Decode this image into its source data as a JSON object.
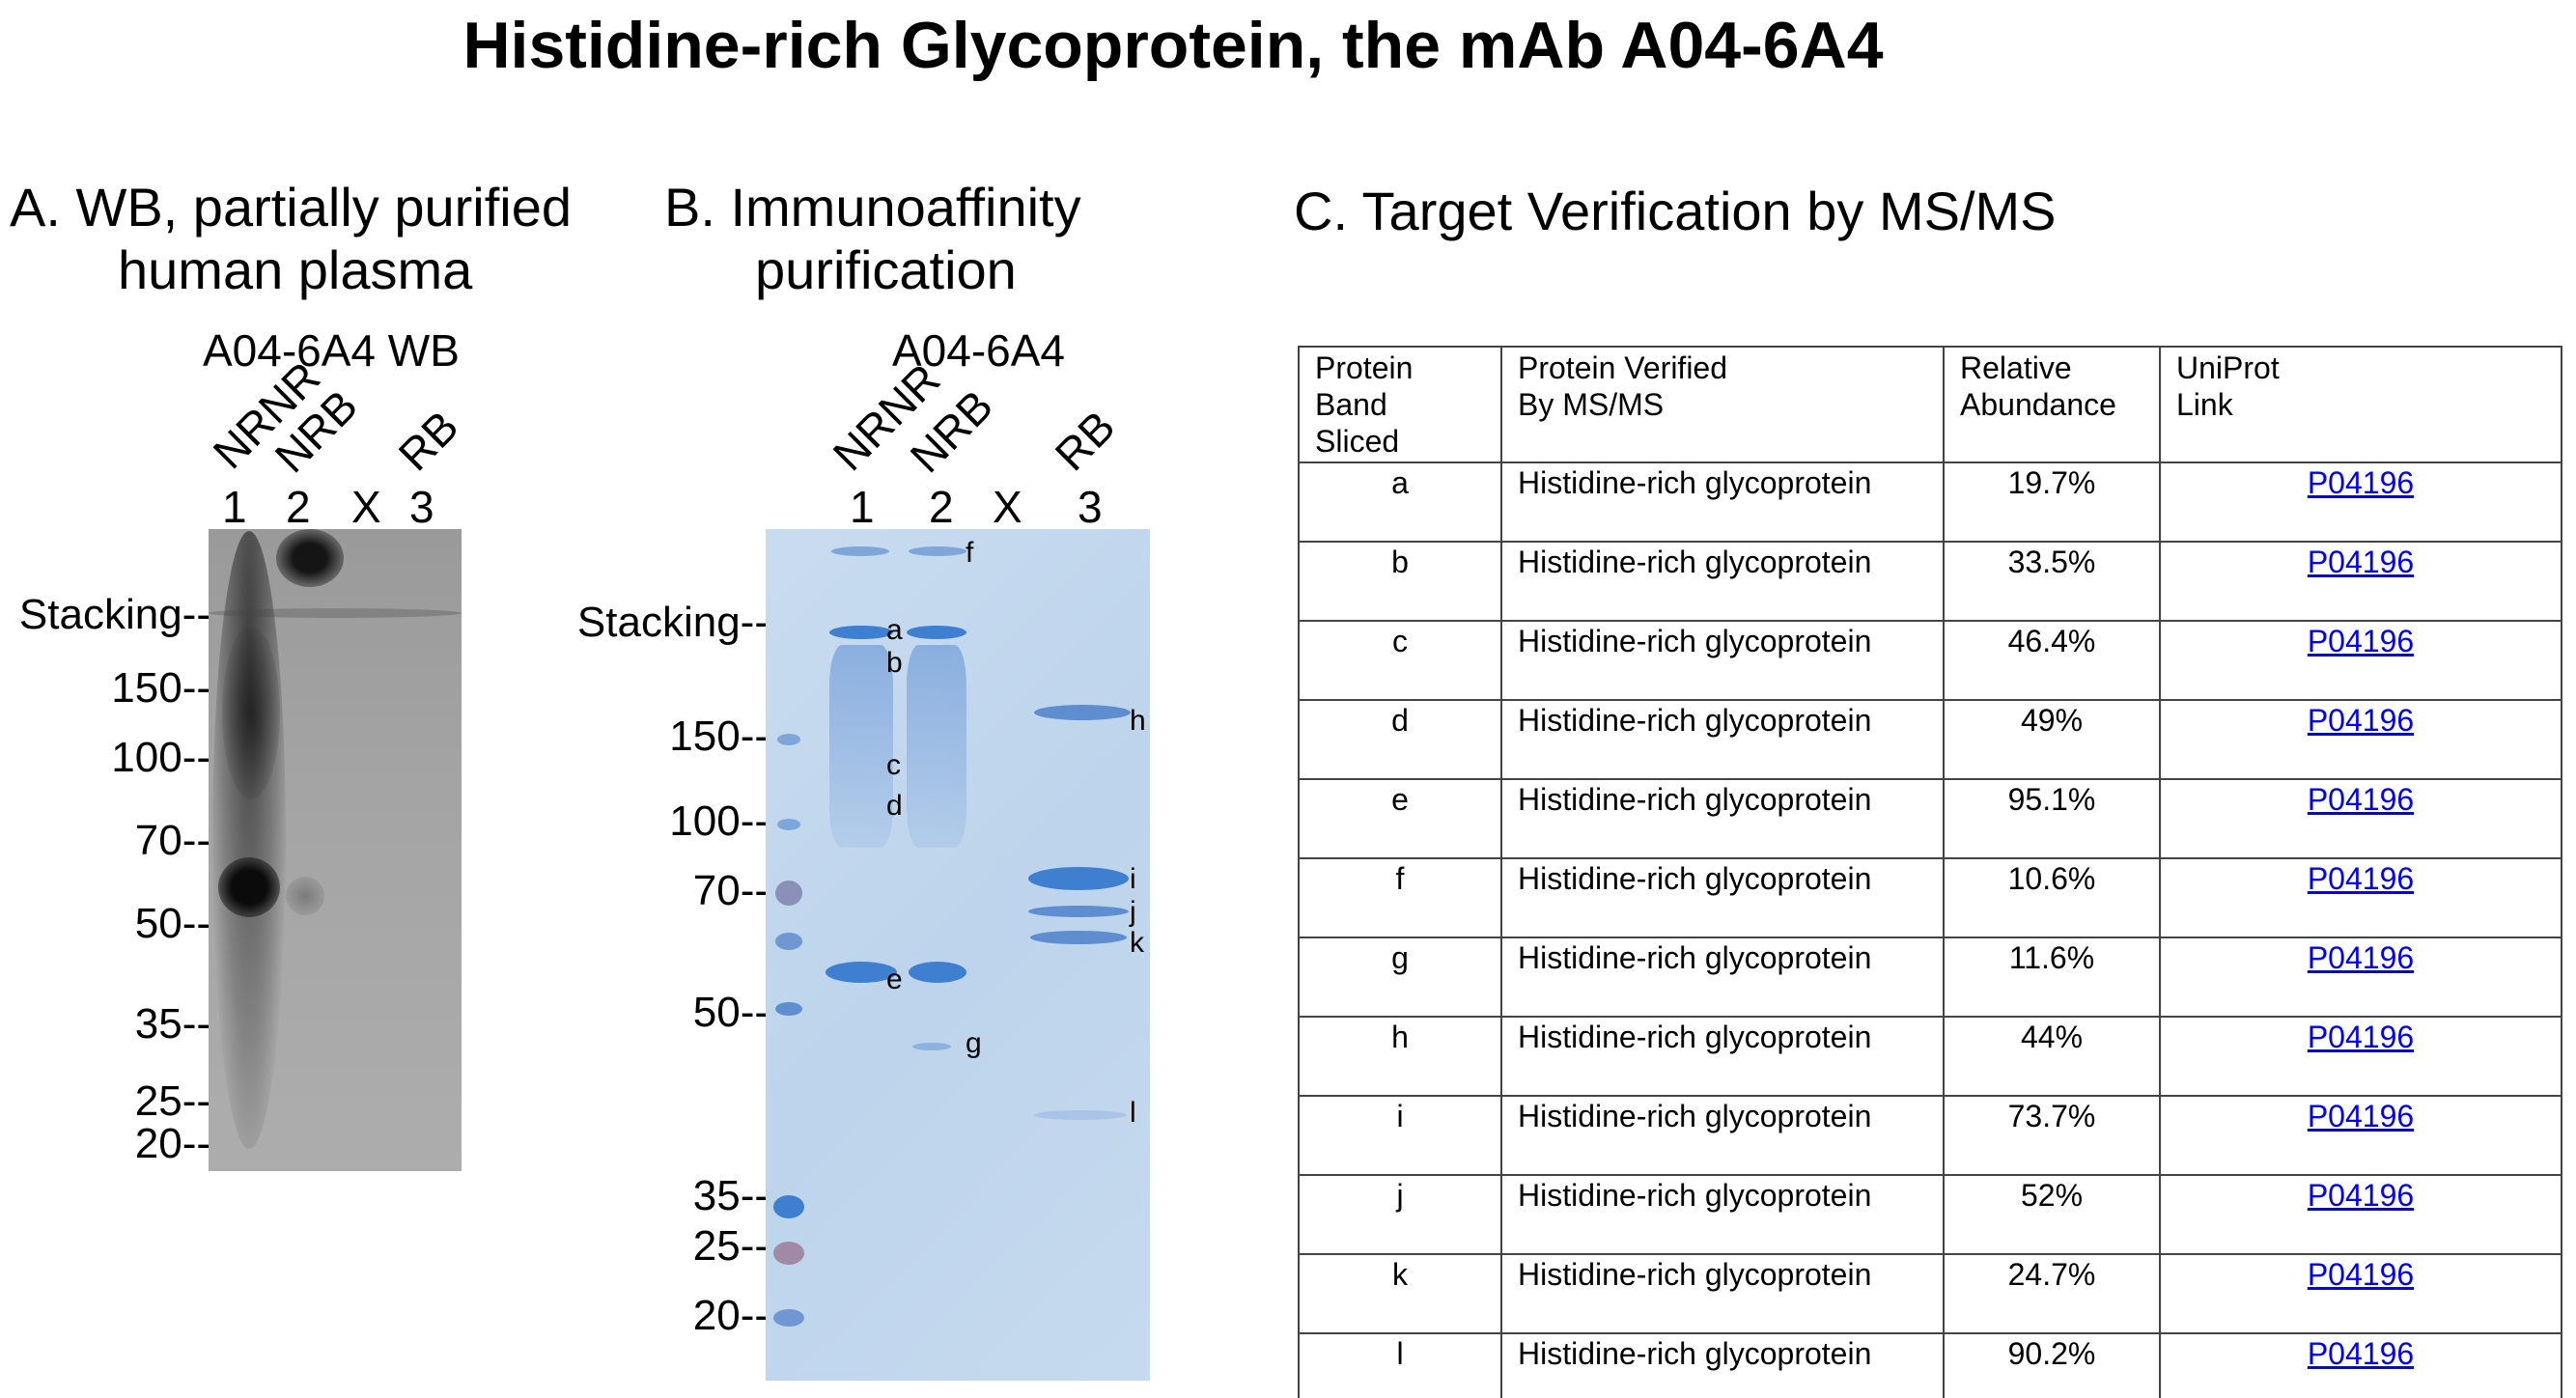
{
  "title": "Histidine-rich Glycoprotein, the mAb A04-6A4",
  "panel_a": {
    "heading_line1": "A. WB, partially purified",
    "heading_line2": "human plasma",
    "blot_label": "A04-6A4 WB",
    "lanes": [
      {
        "name": "NRNR",
        "number": "1"
      },
      {
        "name": "NRB",
        "number": "2"
      },
      {
        "name": "",
        "number": "X"
      },
      {
        "name": "RB",
        "number": "3"
      }
    ],
    "markers": [
      "Stacking--",
      "150--",
      "100--",
      "70--",
      "50--",
      "35--",
      "25--",
      "20--"
    ]
  },
  "panel_b": {
    "heading_line1": "B.  Immunoaffinity",
    "heading_line2": "purification",
    "gel_label": "A04-6A4",
    "lanes": [
      {
        "name": "NRNR",
        "number": "1"
      },
      {
        "name": "NRB",
        "number": "2"
      },
      {
        "name": "",
        "number": "X"
      },
      {
        "name": "RB",
        "number": "3"
      }
    ],
    "markers": [
      "Stacking--",
      "150--",
      "100--",
      "70--",
      "50--",
      "35--",
      "25--",
      "20--"
    ],
    "band_letters": [
      "a",
      "b",
      "c",
      "d",
      "e",
      "f",
      "g",
      "h",
      "i",
      "j",
      "k",
      "l"
    ]
  },
  "panel_c": {
    "heading": "C. Target Verification by MS/MS",
    "headers": [
      "Protein\nBand\nSliced",
      "Protein Verified\nBy MS/MS",
      "Relative\nAbundance",
      "UniProt\nLink"
    ],
    "rows": [
      {
        "band": "a",
        "protein": "Histidine-rich glycoprotein",
        "abundance": "19.7%",
        "link": "P04196"
      },
      {
        "band": "b",
        "protein": "Histidine-rich glycoprotein",
        "abundance": "33.5%",
        "link": "P04196"
      },
      {
        "band": "c",
        "protein": "Histidine-rich glycoprotein",
        "abundance": "46.4%",
        "link": "P04196"
      },
      {
        "band": "d",
        "protein": "Histidine-rich glycoprotein",
        "abundance": "49%",
        "link": "P04196"
      },
      {
        "band": "e",
        "protein": "Histidine-rich glycoprotein",
        "abundance": "95.1%",
        "link": "P04196"
      },
      {
        "band": "f",
        "protein": "Histidine-rich glycoprotein",
        "abundance": "10.6%",
        "link": "P04196"
      },
      {
        "band": "g",
        "protein": "Histidine-rich glycoprotein",
        "abundance": "11.6%",
        "link": "P04196"
      },
      {
        "band": "h",
        "protein": "Histidine-rich glycoprotein",
        "abundance": "44%",
        "link": "P04196"
      },
      {
        "band": "i",
        "protein": "Histidine-rich glycoprotein",
        "abundance": "73.7%",
        "link": "P04196"
      },
      {
        "band": "j",
        "protein": "Histidine-rich glycoprotein",
        "abundance": "52%",
        "link": "P04196"
      },
      {
        "band": "k",
        "protein": "Histidine-rich glycoprotein",
        "abundance": "24.7%",
        "link": "P04196"
      },
      {
        "band": "l",
        "protein": "Histidine-rich glycoprotein",
        "abundance": "90.2%",
        "link": "P04196"
      }
    ]
  },
  "colors": {
    "link": "#0000ee",
    "gel_band": "#3f7fd0",
    "blot_band": "#111111"
  }
}
